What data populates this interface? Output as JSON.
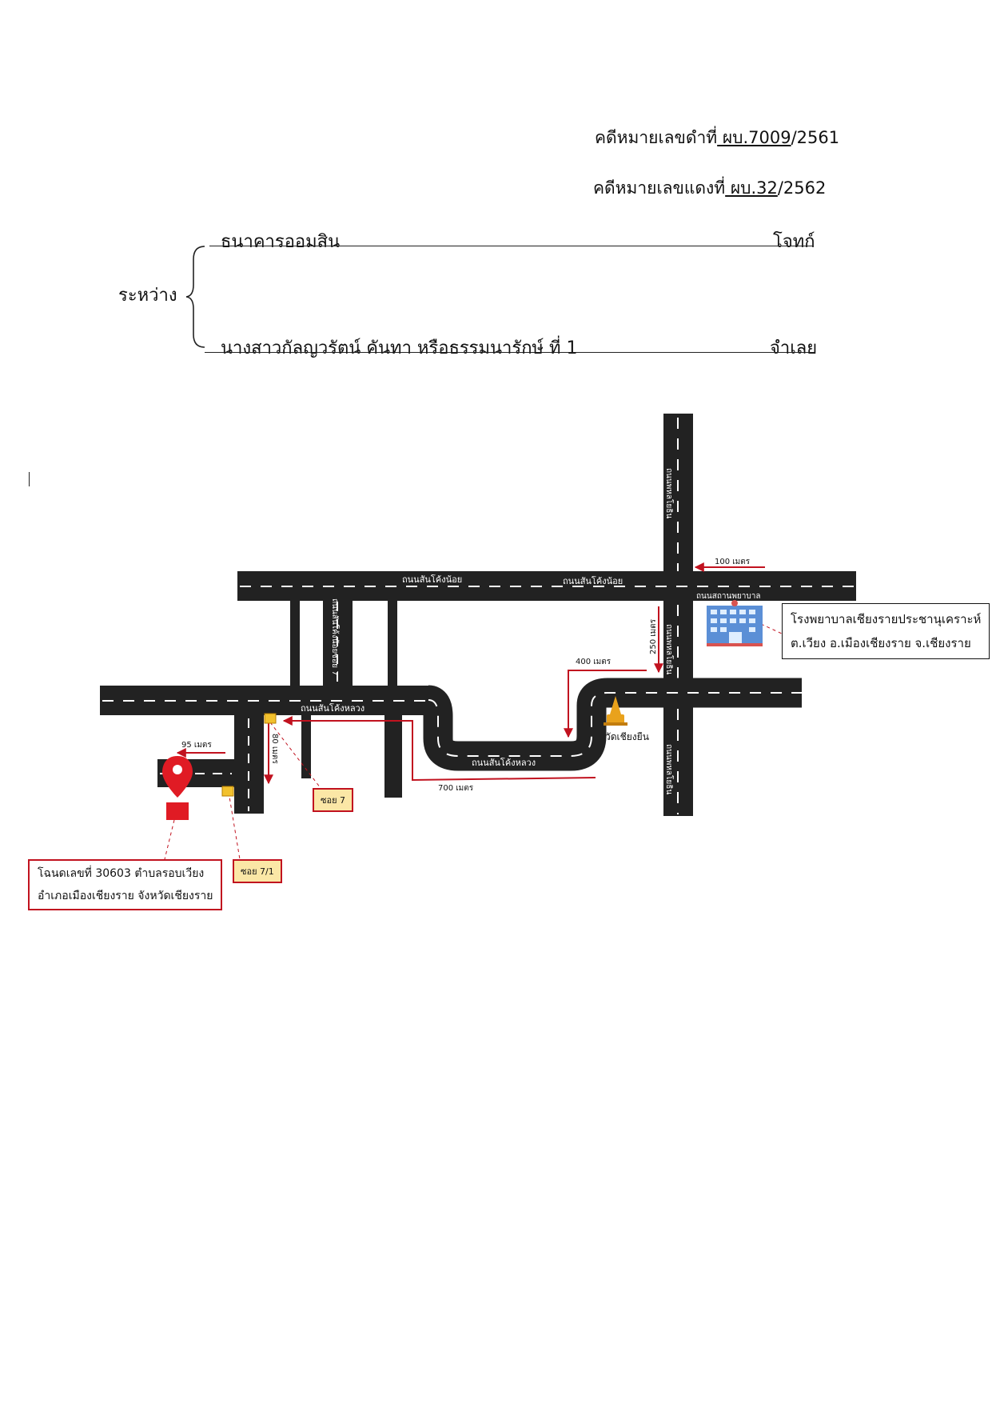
{
  "header": {
    "black_case_label": "คดีหมายเลขดำที่",
    "black_case_number": " ผบ.7009",
    "black_case_year": "/2561",
    "red_case_label": "คดีหมายเลขแดงที่",
    "red_case_number": " ผบ.32",
    "red_case_year": "/2562"
  },
  "parties": {
    "between_label": "ระหว่าง",
    "plaintiff_name": "ธนาคารออมสิน",
    "plaintiff_role": "โจทก์",
    "defendant_name": "นางสาวกัลญวรัตน์  คันทา หรือธรรมนารักษ์ ที่ 1",
    "defendant_role": "จำเลย"
  },
  "map": {
    "roads": {
      "top_road_1": "ถนนสันโค้งน้อย",
      "top_road_2": "ถนนสันโค้งน้อย",
      "middle_road": "ถนนสันโค้งหลวง",
      "bottom_road": "ถนนสันโค้งหลวง",
      "hospital_road": "ถนนสถานพยาบาล",
      "vertical_road_upper": "ถนนพหลโยธิน",
      "vertical_road_mid": "ถนนพหลโยธิน",
      "vertical_road_lower": "ถนนพหลโยธิน",
      "soi_road": "ถนนสันโค้งน้อยซอย 7"
    },
    "distances": {
      "d100": "100 เมตร",
      "d250": "250 เมตร",
      "d400": "400 เมตร",
      "d700": "700 เมตร",
      "d80": "80 เมตร",
      "d95": "95 เมตร"
    },
    "landmarks": {
      "temple": "วัดเชียงยืน",
      "hospital_line1": "โรงพยาบาลเชียงรายประชานุเคราะห์",
      "hospital_line2": "ต.เวียง อ.เมืองเชียงราย จ.เชียงราย",
      "soi7": "ซอย 7",
      "soi7_1": "ซอย 7/1",
      "deed_line1": "โฉนดเลขที่ 30603 ตำบลรอบเวียง",
      "deed_line2": "อำเภอเมืองเชียงราย จังหวัดเชียงราย"
    },
    "colors": {
      "road": "#222222",
      "arrow": "#c1121f",
      "marker": "#e01b24",
      "temple": "#e9a21c",
      "hospital": "#5b8fd6"
    }
  }
}
